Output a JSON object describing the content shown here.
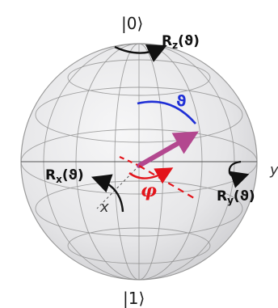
{
  "labels": {
    "ket_zero": "|0⟩",
    "ket_one": "|1⟩",
    "rz": "R",
    "rz_sub": "z",
    "rz_arg": "(ϑ)",
    "rx": "R",
    "rx_sub": "x",
    "rx_arg": "(ϑ)",
    "ry": "R",
    "ry_sub": "y",
    "ry_arg": "(ϑ)",
    "theta": "ϑ",
    "phi": "φ",
    "x_axis": "x",
    "y_axis": "y"
  },
  "colors": {
    "sphere_fill": "#e9e9eb",
    "grid": "#8e8e8e",
    "state_vector": "#b3488f",
    "theta_arc": "#1f2fd6",
    "phi_arc": "#e3141b",
    "rotation_arrows": "#111111"
  }
}
